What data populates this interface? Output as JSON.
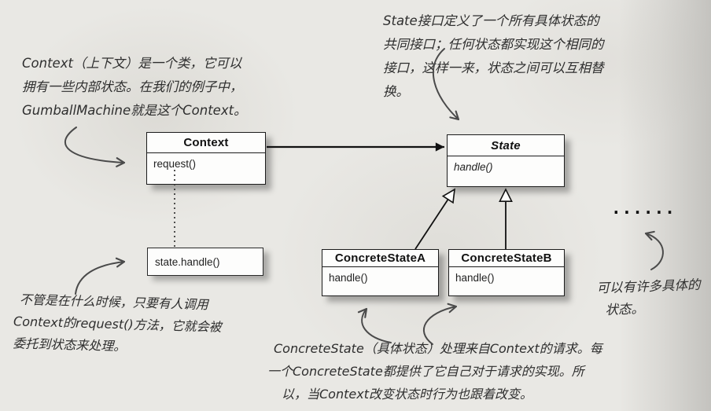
{
  "diagram": {
    "kind": "uml-class-diagram",
    "pattern_name": "State"
  },
  "classes": {
    "context": {
      "name": "Context",
      "method": "request()"
    },
    "state": {
      "name": "State",
      "method": "handle()"
    },
    "concrete_a": {
      "name": "ConcreteStateA",
      "method": "handle()"
    },
    "concrete_b": {
      "name": "ConcreteStateB",
      "method": "handle()"
    }
  },
  "code_box": {
    "label": "state.handle()"
  },
  "annotations": {
    "context_note": {
      "lines": [
        "Context（上下文）是一个类，它可以",
        "拥有一些内部状态。在我们的例子中，",
        "GumballMachine就是这个Context。"
      ]
    },
    "state_note": {
      "lines": [
        "State接口定义了一个所有具体状态的",
        "共同接口；任何状态都实现这个相同的",
        "接口，这样一来，状态之间可以互相替",
        "换。"
      ]
    },
    "delegate_note": {
      "lines": [
        "不管是在什么时候，只要有人调用",
        "Context的request()方法，它就会被",
        "委托到状态来处理。"
      ]
    },
    "concrete_note": {
      "lines": [
        "ConcreteState（具体状态）处理来自Context的请求。每",
        "一个ConcreteState都提供了它自己对于请求的实现。所",
        "以，当Context改变状态时行为也跟着改变。"
      ]
    },
    "many_states_note": {
      "lines": [
        "可以有许多具体的",
        "状态。"
      ]
    },
    "ellipsis": "......"
  },
  "colors": {
    "paper": "#e9e8e4",
    "box_fill": "#fdfdfc",
    "box_border": "#1c1c1c",
    "handwriting": "#2e2e2e",
    "connector": "#111111",
    "hand_arrow": "#4a4a4a"
  }
}
